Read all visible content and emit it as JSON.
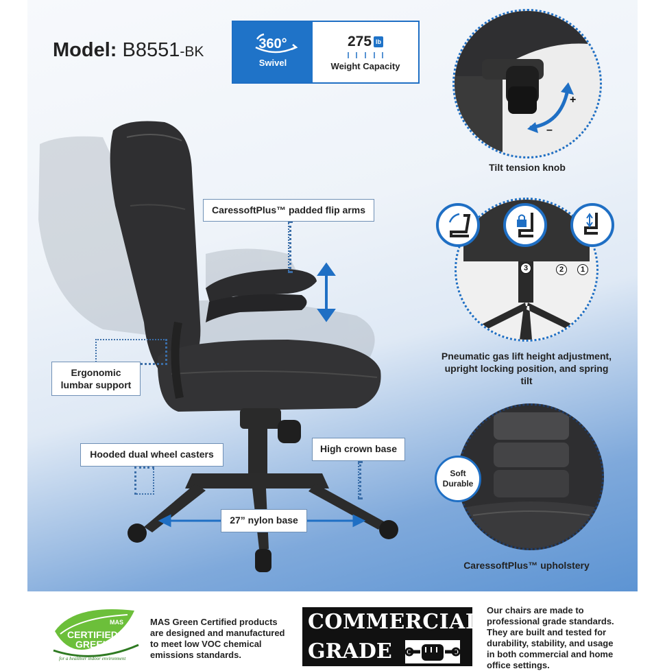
{
  "model": {
    "prefix": "Model:",
    "sku": "B8551",
    "suffix": "-BK"
  },
  "specs": {
    "swivel_value": "360°",
    "swivel_label": "Swivel",
    "weight_value": "275",
    "weight_unit": "lb",
    "weight_label": "Weight Capacity"
  },
  "callouts": {
    "flip_arms": "CaressoftPlus™ padded flip arms",
    "lumbar_line1": "Ergonomic",
    "lumbar_line2": "lumbar support",
    "casters": "Hooded dual wheel casters",
    "crown_base": "High crown base",
    "nylon_base": "27” nylon base"
  },
  "captions": {
    "tilt_knob": "Tilt tension knob",
    "gas_lift_line1": "Pneumatic gas lift height adjustment,",
    "gas_lift_line2": "upright locking position, and spring",
    "gas_lift_line3": "tilt",
    "upholstery": "CaressoftPlus™ upholstery"
  },
  "badges": {
    "soft": "Soft",
    "durable": "Durable"
  },
  "numbers": [
    "3",
    "2",
    "1"
  ],
  "tilt_signs": {
    "plus": "+",
    "minus": "–"
  },
  "footer": {
    "cg_logo_top": "MAS",
    "cg_logo_line1": "CERTIFIED",
    "cg_logo_line2": "GREEN",
    "cg_logo_tagline": "for a healthier indoor environment",
    "mas_lines": [
      "MAS Green Certified products",
      "are designed and manufactured",
      "to meet low VOC chemical",
      "emissions standards."
    ],
    "commercial_line1": "COMMERCIAL",
    "commercial_line2": "GRADE",
    "chairs_lines": [
      "Our chairs are made to",
      "professional grade standards.",
      "They are built and tested for",
      "durability, stability, and usage",
      "in both commercial and home",
      "office settings."
    ]
  },
  "colors": {
    "accent_blue": "#1f6fc4",
    "dark": "#222222",
    "chair": "#2b2b2b"
  }
}
